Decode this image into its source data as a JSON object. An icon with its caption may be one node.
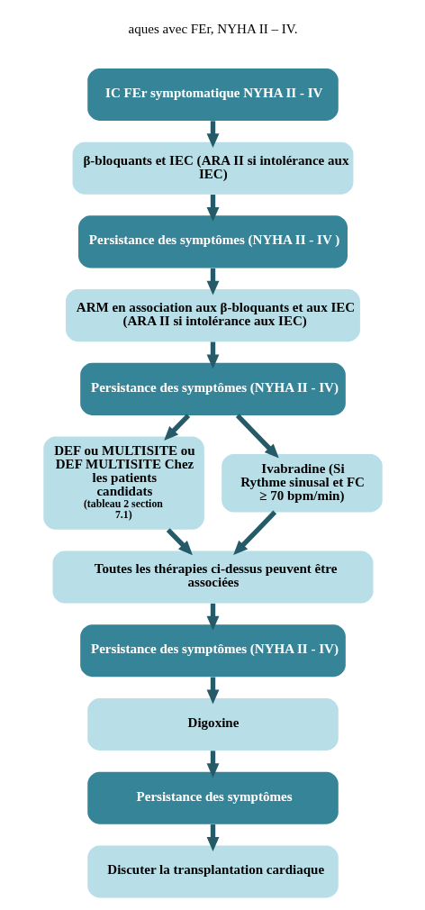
{
  "diagram": {
    "nodes": [
      {
        "text": [
          "IC FEr symptomatique NYHA II - IV"
        ]
      },
      {
        "text": [
          "β-bloquants et IEC (ARA II si intolérance aux IEC)"
        ]
      },
      {
        "text": [
          "Persistance des symptômes (NYHA II - IV )"
        ]
      },
      {
        "text": [
          "ARM en association aux β-bloquants et aux IEC (ARA II si intolérance aux IEC)"
        ]
      },
      {
        "text": [
          "Persistance des symptômes (NYHA II - IV)"
        ]
      },
      {
        "text": [
          "DEF ou MULTISITE ou DEF MULTISITE Chez les patients candidats",
          "(tableau 2 section 7.1)"
        ]
      },
      {
        "text": [
          "Ivabradine (Si Rythme sinusal et FC ≥ 70 bpm/min)"
        ]
      },
      {
        "text": [
          "Toutes les thérapies ci-dessus peuvent être associées"
        ]
      },
      {
        "text": [
          "Persistance des symptômes (NYHA II - IV)"
        ]
      },
      {
        "text": [
          "Digoxine"
        ]
      },
      {
        "text": [
          "Persistance des symptômes"
        ]
      },
      {
        "text": [
          "Discuter la transplantation cardiaque"
        ]
      }
    ],
    "edges": [
      {
        "from": 0,
        "to": 1,
        "arrow": "to"
      },
      {
        "from": 1,
        "to": 2,
        "arrow": "to"
      },
      {
        "from": 2,
        "to": 3,
        "arrow": "to"
      },
      {
        "from": 3,
        "to": 4,
        "arrow": "to"
      },
      {
        "from": 4,
        "to": 5,
        "arrow": "to"
      },
      {
        "from": 4,
        "to": 6,
        "arrow": "to"
      },
      {
        "from": 5,
        "to": 7,
        "arrow": "to"
      },
      {
        "from": 6,
        "to": 7,
        "arrow": "to"
      },
      {
        "from": 7,
        "to": 8,
        "arrow": "to"
      },
      {
        "from": 8,
        "to": 9,
        "arrow": "to"
      },
      {
        "from": 9,
        "to": 10,
        "arrow": "to"
      },
      {
        "from": 10,
        "to": 11,
        "arrow": "to"
      }
    ],
    "labels": [
      "aques avec FEr, NYHA II – IV."
    ]
  }
}
